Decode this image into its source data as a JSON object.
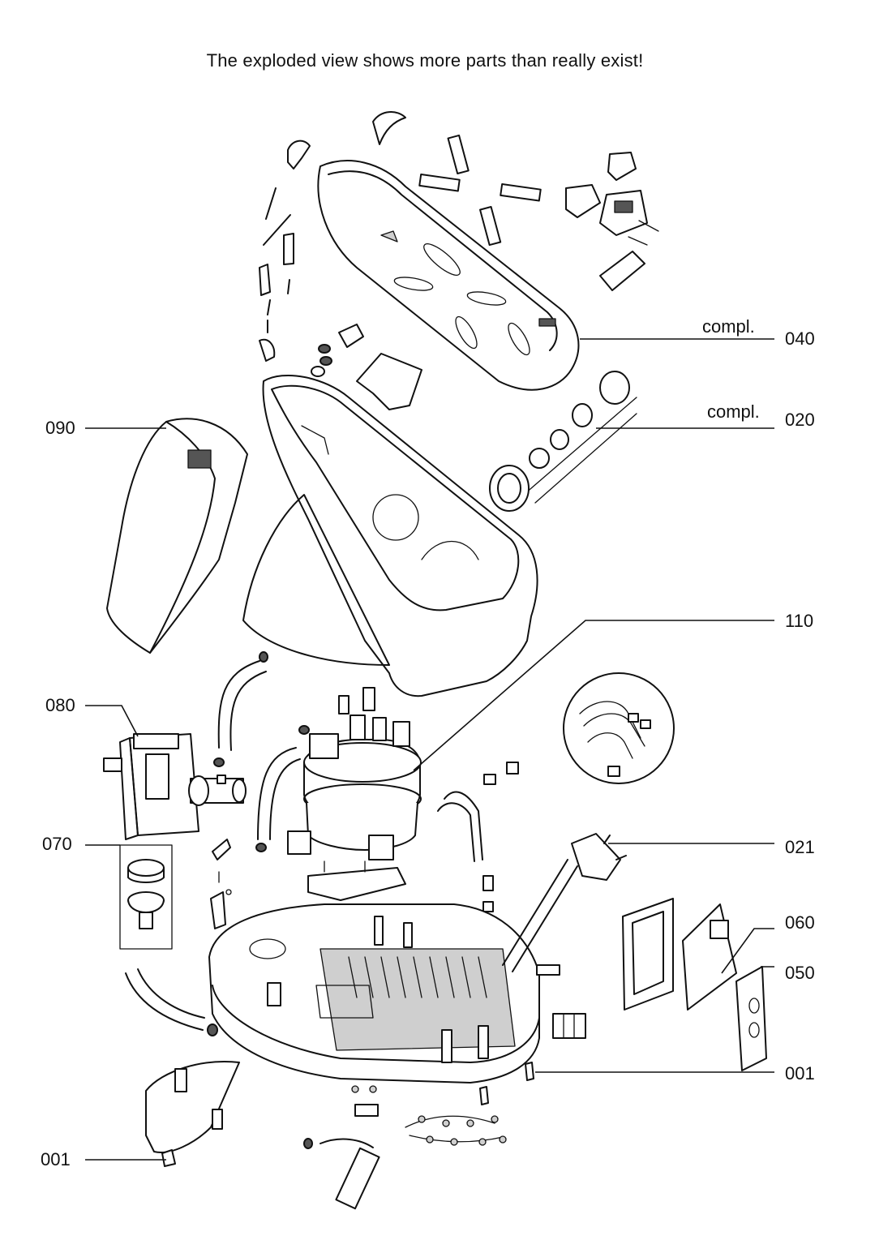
{
  "title": "The exploded view shows more parts than really exist!",
  "labels": {
    "p040": "040",
    "p020": "020",
    "p090": "090",
    "p110": "110",
    "p080": "080",
    "p070": "070",
    "p021": "021",
    "p060": "060",
    "p050": "050",
    "p001_right": "001",
    "p001_left": "001",
    "compl_040": "compl.",
    "compl_020": "compl."
  }
}
